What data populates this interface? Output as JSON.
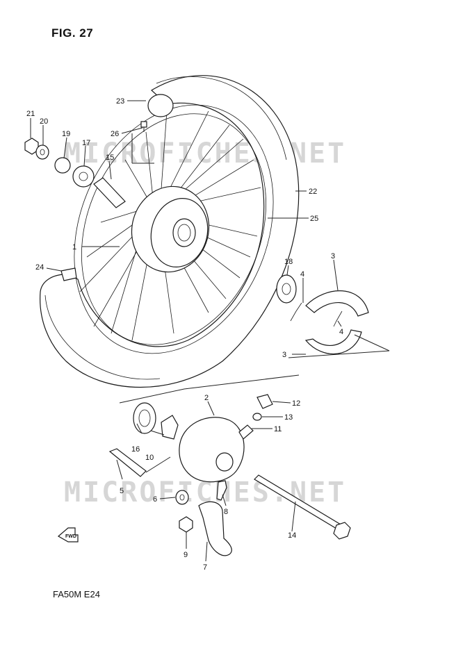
{
  "figure": {
    "title": "FIG. 27",
    "code": "FA50M E24"
  },
  "watermark": "MICROFICHES.NET",
  "forward_arrow_label": "FWD",
  "callouts": {
    "c1": "1",
    "c2": "2",
    "c3a": "3",
    "c3b": "3",
    "c4a": "4",
    "c4b": "4",
    "c5": "5",
    "c6": "6",
    "c7": "7",
    "c8": "8",
    "c9": "9",
    "c10": "10",
    "c11": "11",
    "c12": "12",
    "c13": "13",
    "c14": "14",
    "c15": "15",
    "c16": "16",
    "c17": "17",
    "c18": "18",
    "c19": "19",
    "c20": "20",
    "c21": "21",
    "c22": "22",
    "c23": "23",
    "c24": "24",
    "c25": "25",
    "c26": "26"
  },
  "colors": {
    "ink": "#1a1a1a",
    "watermark": "#d6d6d6",
    "background": "#ffffff"
  }
}
